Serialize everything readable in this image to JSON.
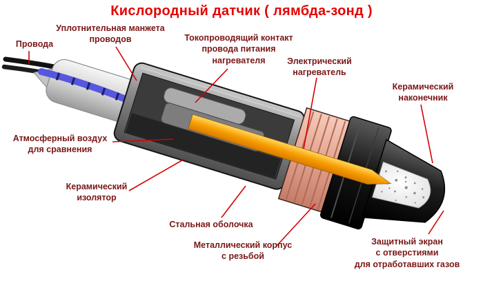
{
  "title": "Кислородный датчик ( лямбда-зонд )",
  "colors": {
    "title": "#e60000",
    "label": "#7b1616",
    "leader": "#d40000",
    "heater": "#f79d00",
    "thread_body": "#e2a28d",
    "wire_blue": "#5557e0"
  },
  "labels": {
    "wires": [
      "Провода"
    ],
    "cuff": [
      "Уплотнительная манжета",
      "проводов"
    ],
    "contact": [
      "Токопроводящий контакт",
      "провода питания",
      "нагревателя"
    ],
    "heater": [
      "Электрический",
      "нагреватель"
    ],
    "tip": [
      "Керамический",
      "наконечник"
    ],
    "air": [
      "Атмосферный воздух",
      "для сравнения"
    ],
    "insulator": [
      "Керамический",
      "изолятор"
    ],
    "shell": [
      "Стальная оболочка"
    ],
    "body": [
      "Металлический корпус",
      "с резьбой"
    ],
    "shield": [
      "Защитный экран",
      "с отверстиями",
      "для отработавших газов"
    ]
  }
}
